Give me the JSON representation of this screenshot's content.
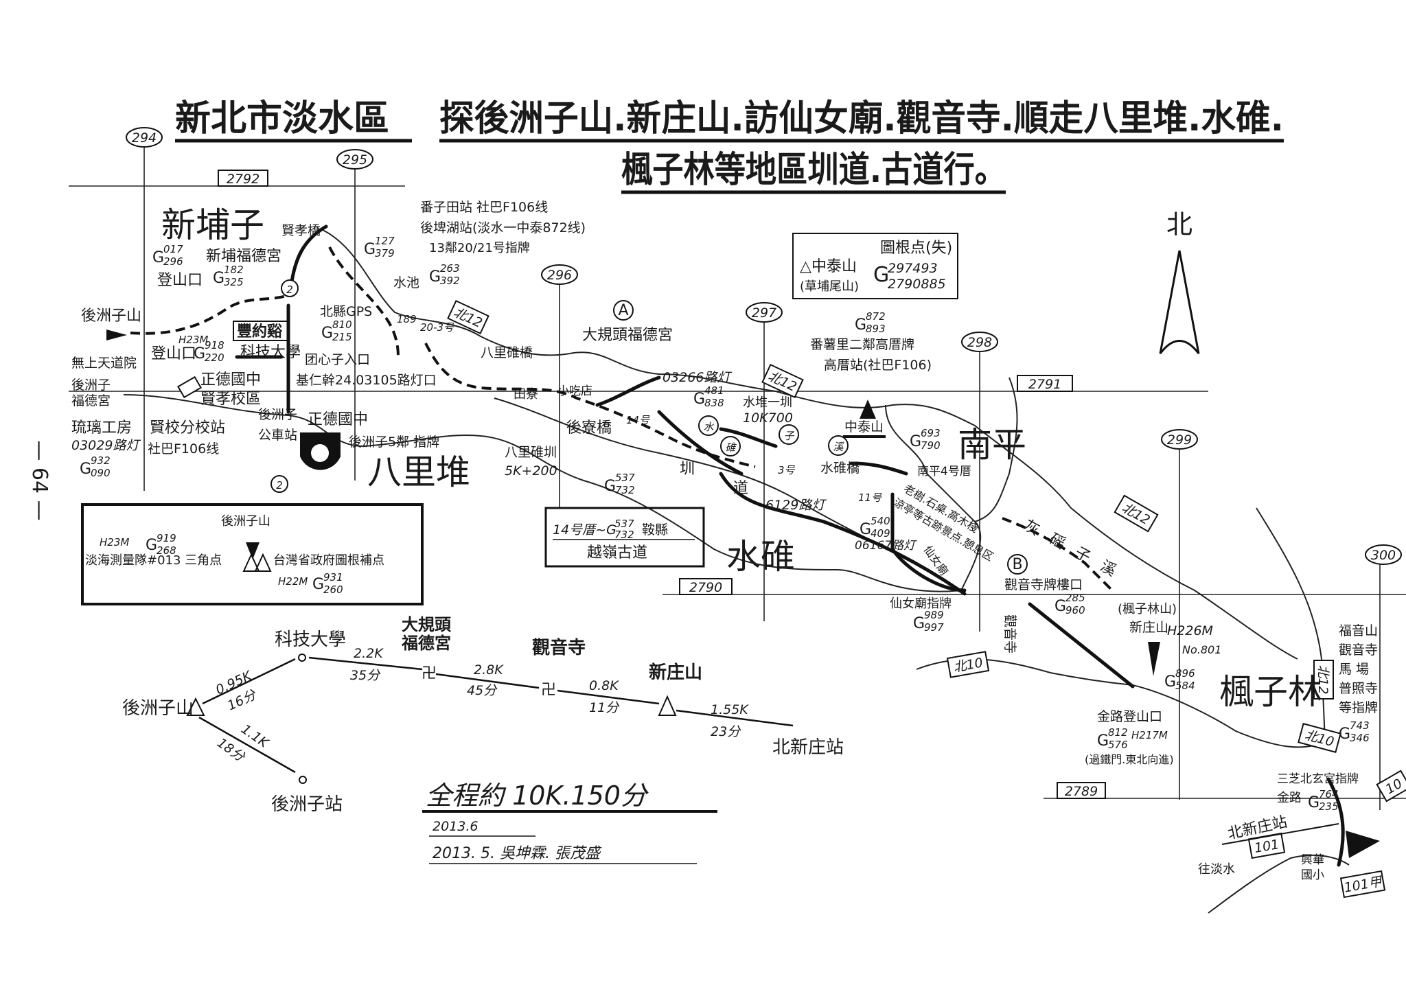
{
  "title": {
    "region": "新北市淡水區",
    "route_line1": "探後洲子山.新庄山.訪仙女廟.觀音寺.順走八里堆.水碓.",
    "route_line2": "楓子林等地區圳道.古道行。"
  },
  "page_number": "— 64 —",
  "grid": {
    "eastings": [
      "294",
      "295",
      "296",
      "297",
      "298",
      "299",
      "300"
    ],
    "northings": [
      "2792",
      "2791",
      "2790",
      "2789"
    ]
  },
  "areas": [
    "新埔子",
    "八里堆",
    "水碓",
    "南平",
    "楓子林"
  ],
  "compass": "北",
  "legend_box": {
    "mountain": "△中泰山",
    "alias": "(草埔尾山)",
    "heading": "圖根点(失)",
    "g": "G",
    "coord1": "297493",
    "coord2": "2790885"
  },
  "labels": {
    "houzhouzi_shan": "後洲子山",
    "trailhead1": "登山口",
    "xinpu_temple": "新埔福德宮",
    "xianxiao_bridge": "賢孝橋",
    "fanzitian": "番子田站 社巴F106线",
    "houpihu": "後埤湖站(淡水一中泰872线)",
    "sign13": "13鄰20/21号指牌",
    "pond": "水池",
    "no189": "189",
    "no20_3": "20-3号",
    "gps": "北縣GPS",
    "fengyue": "豐約谿",
    "university": "科技大學",
    "trailhead2": "登山口",
    "h23": "H23M",
    "wushang": "無上天道院",
    "houzhouzi_temple1": "後洲子",
    "houzhouzi_temple2": "福德宮",
    "zhengde_campus1": "正德國中",
    "zhengde_campus2": "賢孝校區",
    "tuanxinzi": "团心子入口",
    "jiren": "基仁幹24.03105路灯口",
    "glass1": "琉璃工房",
    "glass2": "03029路灯",
    "branch_stop1": "賢校分校站",
    "branch_stop2": "社巴F106线",
    "bus_stop1": "後洲子",
    "bus_stop2": "公車站",
    "zhengde": "正德國中",
    "sign5": "後洲子5鄰 指牌",
    "bali_bridge": "八里碓橋",
    "bali_canal1": "八里碓圳",
    "bali_canal2": "5K+200",
    "tianliao": "田寮",
    "snack": "小吃店",
    "houliao_bridge": "後寮橋",
    "marker_a": "A",
    "dagui_temple": "大規頭福德宮",
    "lamp03266": "03266路灯",
    "canal1": "水堆一圳",
    "canal1_km": "10K700",
    "no14": "14号",
    "zhun": "圳",
    "dao": "道",
    "c_shui": "水",
    "c_dui": "碓",
    "c_zi": "子",
    "c_xi": "溪",
    "no3": "3号",
    "lamp6129": "6129路灯",
    "zhongtai": "中泰山",
    "shuidui_bridge": "水碓橋",
    "fanshu_sign": "番薯里二鄰高厝牌",
    "gaocuo_stop": "高厝站(社巴F106)",
    "nanping4": "南平4号厝",
    "no11": "11号",
    "scenic": "老樹.石桌.高木棧",
    "scenic2": "涼亭等古跡景点.憩息区",
    "lamp06167": "06167路灯",
    "xiannv_road": "仙女廟",
    "huiyaozi": "灰磘子溪",
    "marker_b": "B",
    "guanyin_gate": "觀音寺牌樓口",
    "xiannv_sign": "仙女廟指牌",
    "guanyin_v": "觀音寺",
    "fengzilin_shan": "(楓子林山)",
    "xinzhuang_shan": "新庄山",
    "h226": "H226M",
    "no801": "No.801",
    "jinlu_trail": "金路登山口",
    "h217": "H217M",
    "jinlu_note": "(過鐵門.東北向進)",
    "fuyin1": "福音山",
    "fuyin2": "觀音寺",
    "fuyin3": "馬 場",
    "fuyin4": "普照寺",
    "fuyin5": "等指牌",
    "sanzhi": "三芝北玄宮指牌",
    "jinlu_g": "金路",
    "bxz_station": "北新庄站",
    "to_tamsui": "往淡水",
    "xinghua1": "興華",
    "xinghua2": "國小",
    "marker_2": "2"
  },
  "road_signs": [
    "北12",
    "北12",
    "北12",
    "北12",
    "北10",
    "北10",
    "101",
    "101甲",
    "10"
  ],
  "gcoords": [
    {
      "top": "017",
      "bottom": "296"
    },
    {
      "top": "182",
      "bottom": "325"
    },
    {
      "top": "127",
      "bottom": "379"
    },
    {
      "top": "263",
      "bottom": "392"
    },
    {
      "top": "810",
      "bottom": "215"
    },
    {
      "top": "918",
      "bottom": "220"
    },
    {
      "top": "932",
      "bottom": "090"
    },
    {
      "top": "481",
      "bottom": "838"
    },
    {
      "top": "537",
      "bottom": "732"
    },
    {
      "top": "872",
      "bottom": "893"
    },
    {
      "top": "693",
      "bottom": "790"
    },
    {
      "top": "540",
      "bottom": "409"
    },
    {
      "top": "285",
      "bottom": "960"
    },
    {
      "top": "989",
      "bottom": "997"
    },
    {
      "top": "896",
      "bottom": "584"
    },
    {
      "top": "812",
      "bottom": "576"
    },
    {
      "top": "743",
      "bottom": "346"
    },
    {
      "top": "764",
      "bottom": "235"
    }
  ],
  "triangulation_box": {
    "peak": "後洲子山",
    "h_left": "H23M",
    "g_left": {
      "top": "919",
      "bottom": "268"
    },
    "left_label": "淡海測量隊#013 三角点",
    "right_label": "台灣省政府圖根補点",
    "h_right": "H22M",
    "g_right": {
      "top": "931",
      "bottom": "260"
    }
  },
  "ancient_trail_box": {
    "line1_a": "14号厝~G",
    "g": {
      "top": "537",
      "bottom": "732"
    },
    "line1_b": "鞍縣",
    "line2": "越嶺古道"
  },
  "route_summary": {
    "nodes": [
      "後洲子山",
      "科技大學",
      "大規頭",
      "福德宮",
      "觀音寺",
      "新庄山",
      "北新庄站",
      "後洲子站"
    ],
    "segments": [
      {
        "dist": "0.95K",
        "time": "16分"
      },
      {
        "dist": "2.2K",
        "time": "35分"
      },
      {
        "dist": "2.8K",
        "time": "45分"
      },
      {
        "dist": "0.8K",
        "time": "11分"
      },
      {
        "dist": "1.55K",
        "time": "23分"
      },
      {
        "dist": "1.1K",
        "time": "18分"
      }
    ],
    "temple_symbol": "卍",
    "total": "全程約 10K.150分",
    "date1": "2013.6",
    "date2": "2013. 5.  吳坤霖. 張茂盛"
  }
}
